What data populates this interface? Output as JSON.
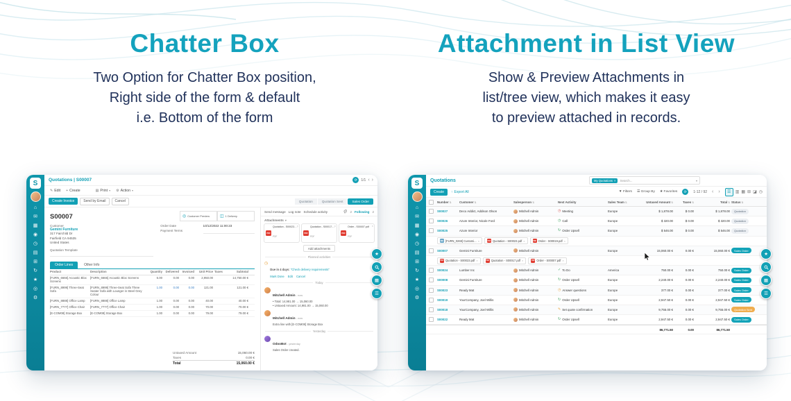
{
  "hero": {
    "left": {
      "title": "Chatter Box",
      "lines": [
        "Two Option for Chatter Box position,",
        "Right side of the form & default",
        "i.e. Bottom of the form"
      ]
    },
    "right": {
      "title": "Attachment in List View",
      "lines": [
        "Show & Preview Attachments in",
        "list/tree view, which makes it easy",
        "to preview attached in records."
      ]
    }
  },
  "colors": {
    "accent": "#12a0b5",
    "sidebar": "#0f96ab",
    "heading": "#14a2bd",
    "dark_text": "#20315a",
    "pdf_red": "#e03c31",
    "status_quotation": "#eceff3",
    "status_sales_order": "#13a3b8",
    "status_quotation_sent": "#f0ad4e"
  },
  "icons": {
    "refresh": "⟳",
    "chevron_left": "‹",
    "chevron_right": "›",
    "caret_down": "▾",
    "check": "✓",
    "plus": "+",
    "edit": "✎",
    "print": "▤",
    "gear": "⚙",
    "sort": "⇅",
    "close": "×",
    "star": "★",
    "grid": "▦",
    "menu": "☰",
    "clock": "◷",
    "globe": "◎",
    "truck": "◫",
    "upload": "↑",
    "filter": "▼",
    "group": "☰",
    "fav": "★",
    "list": "☰",
    "kanban": "▥",
    "calendar": "▦",
    "pivot": "⊞",
    "graph": "◪",
    "activity": "◷",
    "bullet": "•",
    "logo": "S"
  },
  "apps": [
    {
      "name": "home",
      "glyph": "⌂"
    },
    {
      "name": "discuss",
      "glyph": "✉"
    },
    {
      "name": "calendar",
      "glyph": "▦"
    },
    {
      "name": "contacts",
      "glyph": "◉"
    },
    {
      "name": "crm",
      "glyph": "◷"
    },
    {
      "name": "sales",
      "glyph": "▤"
    },
    {
      "name": "inventory",
      "glyph": "⊞"
    },
    {
      "name": "purchase",
      "glyph": "↻"
    },
    {
      "name": "invoicing",
      "glyph": "★"
    },
    {
      "name": "website",
      "glyph": "◎"
    },
    {
      "name": "settings",
      "glyph": "⚙"
    }
  ],
  "chatter": {
    "breadcrumb": "Quotations | S00007",
    "toolbar": {
      "edit": "Edit",
      "create": "Create",
      "print": "Print",
      "action": "Action",
      "pager": "1/1"
    },
    "header_buttons": {
      "create_invoice": "Create Invoice",
      "send_by_email": "Send by Email",
      "cancel": "Cancel"
    },
    "stages": [
      "Quotation",
      "Quotation Sent",
      "Sales Order"
    ],
    "smart": [
      {
        "label": "Customer Preview"
      },
      {
        "label": "1 Delivery"
      }
    ],
    "record": {
      "name": "S00007",
      "customer_label": "Customer",
      "customer": "Gemini Furniture",
      "address": [
        "317 Fairchild Dr",
        "Fairfield CA 94535",
        "United States"
      ],
      "order_date_label": "Order Date",
      "order_date": "10/12/2022 11:00:23",
      "payment_terms_label": "Payment Terms",
      "quotation_template_label": "Quotation Template"
    },
    "tabs": [
      "Order Lines",
      "Other Info"
    ],
    "table": {
      "headers": [
        "Product",
        "Description",
        "Quantity",
        "Delivered",
        "Invoiced",
        "Unit Price",
        "Taxes",
        "Subtotal"
      ],
      "rows": [
        {
          "product": "[FURN_6666] Acoustic Bloc Screens",
          "description": "[FURN_6666] Acoustic Bloc Screens",
          "qty": "5.00",
          "delivered": "0.00",
          "invoiced": "0.00",
          "unit": "2,950.00",
          "subtotal": "14,750.00 €"
        },
        {
          "product": "[FURN_8999] Three-Seat Sofa",
          "description": "[FURN_8999] Three-Seat Sofa Three Seater Sofa with Lounger in Steel Grey Colour",
          "qty": "1.00",
          "delivered": "0.00",
          "invoiced": "0.00",
          "unit": "121.00",
          "subtotal": "121.00 €"
        },
        {
          "product": "[FURN_8888] Office Lamp",
          "description": "[FURN_8888] Office Lamp",
          "qty": "1.00",
          "delivered": "0.00",
          "invoiced": "0.00",
          "unit": "40.00",
          "subtotal": "40.00 €"
        },
        {
          "product": "[FURN_7777] Office Chair",
          "description": "[FURN_7777] Office Chair",
          "qty": "1.00",
          "delivered": "0.00",
          "invoiced": "0.00",
          "unit": "70.00",
          "subtotal": "70.00 €"
        },
        {
          "product": "[E-COM08] Storage Box",
          "description": "[E-COM08] Storage Box",
          "qty": "1.00",
          "delivered": "0.00",
          "invoiced": "0.00",
          "unit": "79.00",
          "subtotal": "79.00 €"
        }
      ]
    },
    "totals": {
      "untaxed_label": "Untaxed Amount",
      "untaxed": "15,060.00 €",
      "taxes_label": "Taxes",
      "taxes": "0.00 €",
      "total_label": "Total",
      "total": "15,060.00 €"
    },
    "panel": {
      "actions": [
        "Send message",
        "Log note",
        "Schedule activity"
      ],
      "attach_count": "2",
      "following": "Following",
      "followers": "2",
      "attachments_label": "Attachments",
      "attachments": [
        {
          "name": "Quotation - S00023.pdf",
          "type": "PDF"
        },
        {
          "name": "Quotation - S00017.pdf",
          "type": "PDF"
        },
        {
          "name": "Order - S00007.pdf",
          "type": "PDF"
        }
      ],
      "add_attachments": "Add attachments",
      "planned_label": "Planned activities",
      "activity": {
        "due": "Due in 4 days:",
        "summary": "\"Check delivery requirements\"",
        "actions": [
          "Mark Done",
          "Edit",
          "Cancel"
        ]
      },
      "sep_today": "Today",
      "messages": [
        {
          "author": "Mitchell Admin",
          "time": "- now",
          "lines": [
            "Total: 14,981.00 → 15,060.00",
            "Untaxed Amount: 14,981.00 → 15,060.00"
          ]
        },
        {
          "author": "Mitchell Admin",
          "time": "- now",
          "lines": [
            "Extra line with [E-COM08] Storage Box"
          ]
        }
      ],
      "sep_yesterday": "Yesterday",
      "bot": {
        "author": "OdooBot",
        "time": "- yesterday",
        "lines": [
          "Sales Order created."
        ]
      }
    }
  },
  "list": {
    "title": "Quotations",
    "search": {
      "facet": "My Quotations",
      "placeholder": "Search..."
    },
    "toolbar": {
      "create": "Create",
      "export_all": "Export All",
      "filters": "Filters",
      "group_by": "Group By",
      "favorites": "Favorites",
      "pager": "1-12 / 92"
    },
    "headers": [
      "Number",
      "Customer",
      "Salesperson",
      "Next Activity",
      "Sales Team",
      "Untaxed Amount",
      "Taxes",
      "Total",
      "Status"
    ],
    "rows": [
      {
        "number": "S00027",
        "customer": "Deco Addict, Addison Olson",
        "salesperson": "Mitchell Admin",
        "activity": "Meeting",
        "icon": "◷",
        "team": "Europe",
        "untaxed": "$ 1,878.00",
        "taxes": "$ 0.00",
        "total": "$ 1,878.00",
        "status": "Quotation"
      },
      {
        "number": "S00026",
        "customer": "Azure Interior, Nicole Ford",
        "salesperson": "Mitchell Admin",
        "activity": "Call",
        "icon": "◷",
        "team": "Europe",
        "untaxed": "$ 320.00",
        "taxes": "$ 0.00",
        "total": "$ 320.00",
        "status": "Quotation"
      },
      {
        "number": "S00025",
        "customer": "Azure Interior",
        "salesperson": "Mitchell Admin",
        "activity": "Order Upsell",
        "icon": "↻",
        "team": "Europe",
        "untaxed": "$ 546.00",
        "taxes": "$ 0.00",
        "total": "$ 546.00",
        "status": "Quotation"
      },
      {
        "files": [
          {
            "name": "[FURN_0269] Customi...",
            "kind": "img"
          },
          {
            "name": "Quotation - S00023.pdf",
            "kind": "pdf"
          },
          {
            "name": "Order - S00019.pdf",
            "kind": "pdf"
          }
        ]
      },
      {
        "number": "S00007",
        "customer": "Gemini Furniture",
        "salesperson": "Mitchell Admin",
        "activity": "",
        "icon": "",
        "team": "Europe",
        "untaxed": "15,060.00 €",
        "taxes": "0.00 €",
        "total": "15,060.00 €",
        "status": "Sales Order"
      },
      {
        "files": [
          {
            "name": "Quotation - S00023.pdf",
            "kind": "pdf"
          },
          {
            "name": "Quotation - S00017.pdf",
            "kind": "pdf"
          },
          {
            "name": "Order - S00007.pdf",
            "kind": "pdf"
          }
        ]
      },
      {
        "number": "S00024",
        "customer": "Lumber Inc",
        "salesperson": "Mitchell Admin",
        "activity": "To Do",
        "icon": "✓",
        "team": "America",
        "untaxed": "750.00 €",
        "taxes": "0.00 €",
        "total": "750.00 €",
        "status": "Sales Order"
      },
      {
        "number": "S00008",
        "customer": "Gemini Furniture",
        "salesperson": "Mitchell Admin",
        "activity": "Order Upsell",
        "icon": "↻",
        "team": "Europe",
        "untaxed": "2,240.00 €",
        "taxes": "0.00 €",
        "total": "2,240.00 €",
        "status": "Sales Order"
      },
      {
        "number": "S00023",
        "customer": "Ready Mat",
        "salesperson": "Mitchell Admin",
        "activity": "Answer questions",
        "icon": "◷",
        "team": "Europe",
        "untaxed": "377.00 €",
        "taxes": "0.00 €",
        "total": "377.00 €",
        "status": "Sales Order"
      },
      {
        "number": "S00019",
        "customer": "YourCompany, Joel Willis",
        "salesperson": "Mitchell Admin",
        "activity": "Order Upsell",
        "icon": "↻",
        "team": "Europe",
        "untaxed": "2,947.50 €",
        "taxes": "0.00 €",
        "total": "2,947.50 €",
        "status": "Sales Order"
      },
      {
        "number": "S00018",
        "customer": "YourCompany, Joel Willis",
        "salesperson": "Mitchell Admin",
        "activity": "Set quote confirmation",
        "icon": "✎",
        "team": "Europe",
        "untaxed": "9,755.00 €",
        "taxes": "0.00 €",
        "total": "9,755.00 €",
        "status": "Quotation Sent"
      },
      {
        "number": "S00022",
        "customer": "Ready Mat",
        "salesperson": "Mitchell Admin",
        "activity": "Order Upsell",
        "icon": "↻",
        "team": "Europe",
        "untaxed": "2,947.50 €",
        "taxes": "0.00 €",
        "total": "2,947.50 €",
        "status": "Sales Order"
      }
    ],
    "footer": {
      "untaxed": "86,771.50",
      "taxes": "0.00",
      "total": "86,771.50"
    }
  }
}
